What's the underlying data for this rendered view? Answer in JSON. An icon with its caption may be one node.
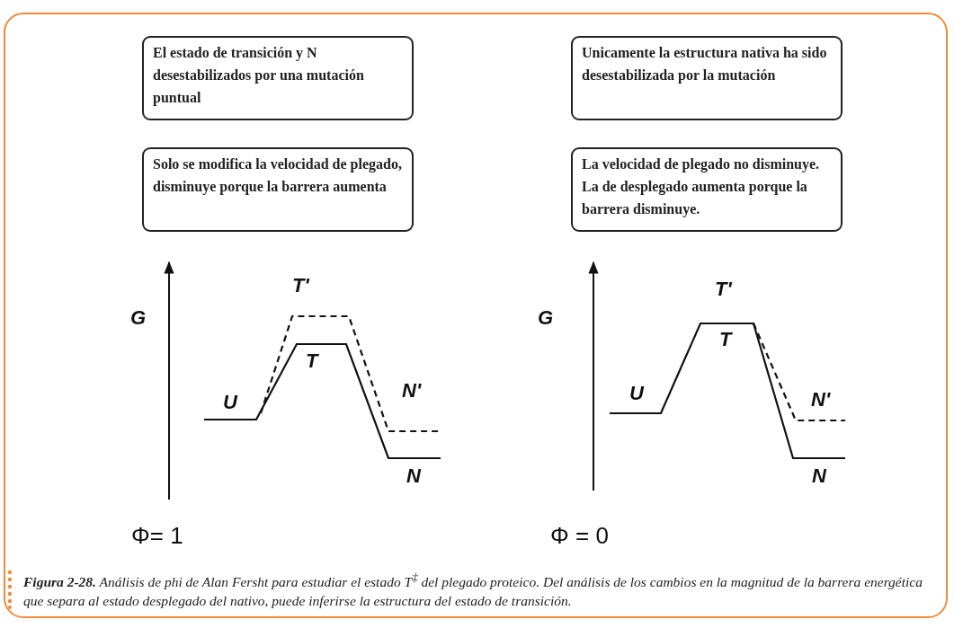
{
  "diagram": {
    "caption": "**Figura 2-28.** Análisis de phi de Alan Fersht para estudiar el estado T$^{‡}$ del plegado proteico. Del análisis de los cambios en la magnitud de la barrera energética que separa al estado desplegado del nativo, puede inferirse la estructura del estado de transición.",
    "nodes": [
      {
        "text": [
          "El estado de transición y N desestabilizados por una mutación puntual"
        ]
      },
      {
        "text": [
          "Unicamente la estructura nativa ha sido desestabilizada por la mutación"
        ]
      },
      {
        "text": [
          "Solo se modifica la velocidad de plegado, disminuye porque la barrera aumenta"
        ]
      },
      {
        "text": [
          "La velocidad de plegado no disminuye. La de desplegado aumenta porque la barrera disminuye."
        ]
      }
    ],
    "labels": [
      "G",
      "T'",
      "T",
      "U",
      "N'",
      "N",
      "Φ= 1",
      "G",
      "T'",
      "T",
      "U",
      "N'",
      "N",
      "Φ = 0"
    ]
  }
}
